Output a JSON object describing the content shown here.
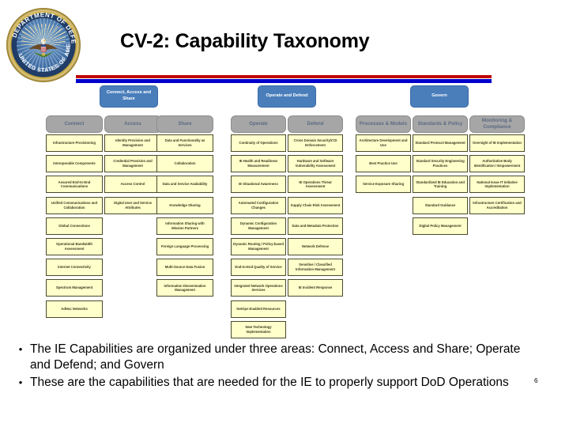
{
  "slide": {
    "title": "CV-2: Capability Taxonomy",
    "page_number": "6",
    "seal_name": "dod-seal",
    "accent_red": "#c00000",
    "accent_blue": "#0000cc",
    "area_header_color": "#4a7ebb",
    "category_header_color": "#a6a6a6",
    "capability_box_color": "#ffffcc"
  },
  "areas": [
    {
      "label": "Connect, Access and Share"
    },
    {
      "label": "Operate and Defend"
    },
    {
      "label": "Govern"
    }
  ],
  "columns": [
    {
      "header": "Connect",
      "area": "Connect, Access and Share",
      "capabilities": [
        "Infrastructure Provisioning",
        "Interoperable Components",
        "Assured End-to-End Communications",
        "Unified Communications and Collaboration",
        "Global Connections",
        "Operational Bandwidth Assessment",
        "Internet Connectivity",
        "Spectrum Management",
        "AdHoc Networks"
      ]
    },
    {
      "header": "Access",
      "area": "Connect, Access and Share",
      "capabilities": [
        "Identity Provision and Management",
        "Credential Provision and Management",
        "Access Control",
        "Digital User and Service Attributes"
      ]
    },
    {
      "header": "Share",
      "area": "Connect, Access and Share",
      "capabilities": [
        "Data and Functionality as Services",
        "Collaboration",
        "Data and Service Availability",
        "Knowledge Sharing",
        "Information Sharing with Mission Partners",
        "Foreign Language Processing",
        "Multi-Source Data Fusion",
        "Information Dissemination Management"
      ]
    },
    {
      "header": "Operate",
      "area": "Operate and Defend",
      "capabilities": [
        "Continuity of Operations",
        "IE Health and Readiness Measurement",
        "IE Situational Awareness",
        "Automated Configuration Changes",
        "Dynamic Configuration Management",
        "Dynamic Routing / Policy-based Management",
        "End-to-End Quality of Service",
        "Integrated Network Operations Services",
        "NetOps Enabled Resources",
        "New Technology Implementation"
      ]
    },
    {
      "header": "Defend",
      "area": "Operate and Defend",
      "capabilities": [
        "Cross Domain Security/COI Enforcement",
        "Hardware and Software Vulnerability Assessment",
        "IE Operations Threat Assessment",
        "Supply Chain Risk Assessment",
        "Data and Metadata Protection",
        "Network Defense",
        "Sensitive / Classified Information Management",
        "IE Incident Response"
      ]
    },
    {
      "header": "Processes & Models",
      "area": "Govern",
      "capabilities": [
        "Architecture Development and Use",
        "Best Practice Use",
        "Service Exposure Sharing"
      ]
    },
    {
      "header": "Standards & Policy",
      "area": "Govern",
      "capabilities": [
        "Standard Protocol Management",
        "Standard Security Engineering Practices",
        "Standardized IE Education and Training",
        "Standard Guidance",
        "Digital Policy Management"
      ]
    },
    {
      "header": "Monitoring & Compliance",
      "area": "Govern",
      "capabilities": [
        "Oversight of IE Implementation",
        "Authoritative Body Identification / Empowerment",
        "National Issue IT Initiative Implementation",
        "Infrastructure Certification and Accreditation"
      ]
    }
  ],
  "bullets": [
    "The IE Capabilities are organized under three areas: Connect, Access and Share; Operate and Defend; and Govern",
    "These are the capabilities that are needed for the IE to properly support DoD Operations"
  ],
  "bullet_marker": "•"
}
